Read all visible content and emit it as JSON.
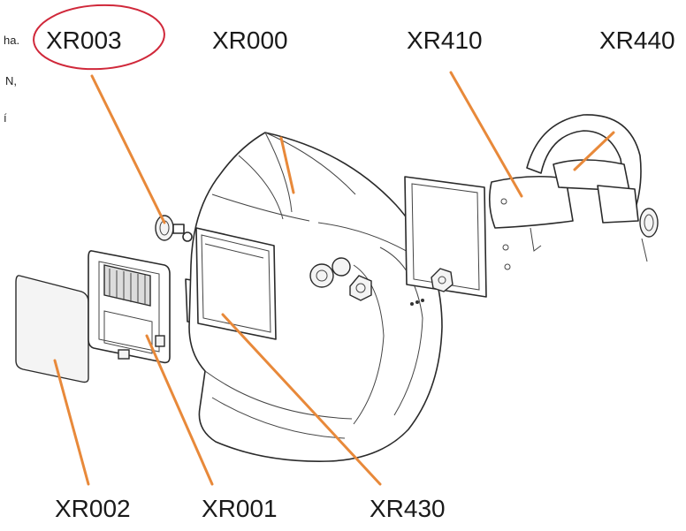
{
  "side_text": [
    "ha.",
    "N,",
    "í"
  ],
  "labels": {
    "xr003": "XR003",
    "xr000": "XR000",
    "xr410": "XR410",
    "xr440": "XR440",
    "xr002": "XR002",
    "xr001": "XR001",
    "xr430": "XR430"
  },
  "colors": {
    "leader": "#e8893a",
    "highlight_circle": "#d0283a"
  }
}
